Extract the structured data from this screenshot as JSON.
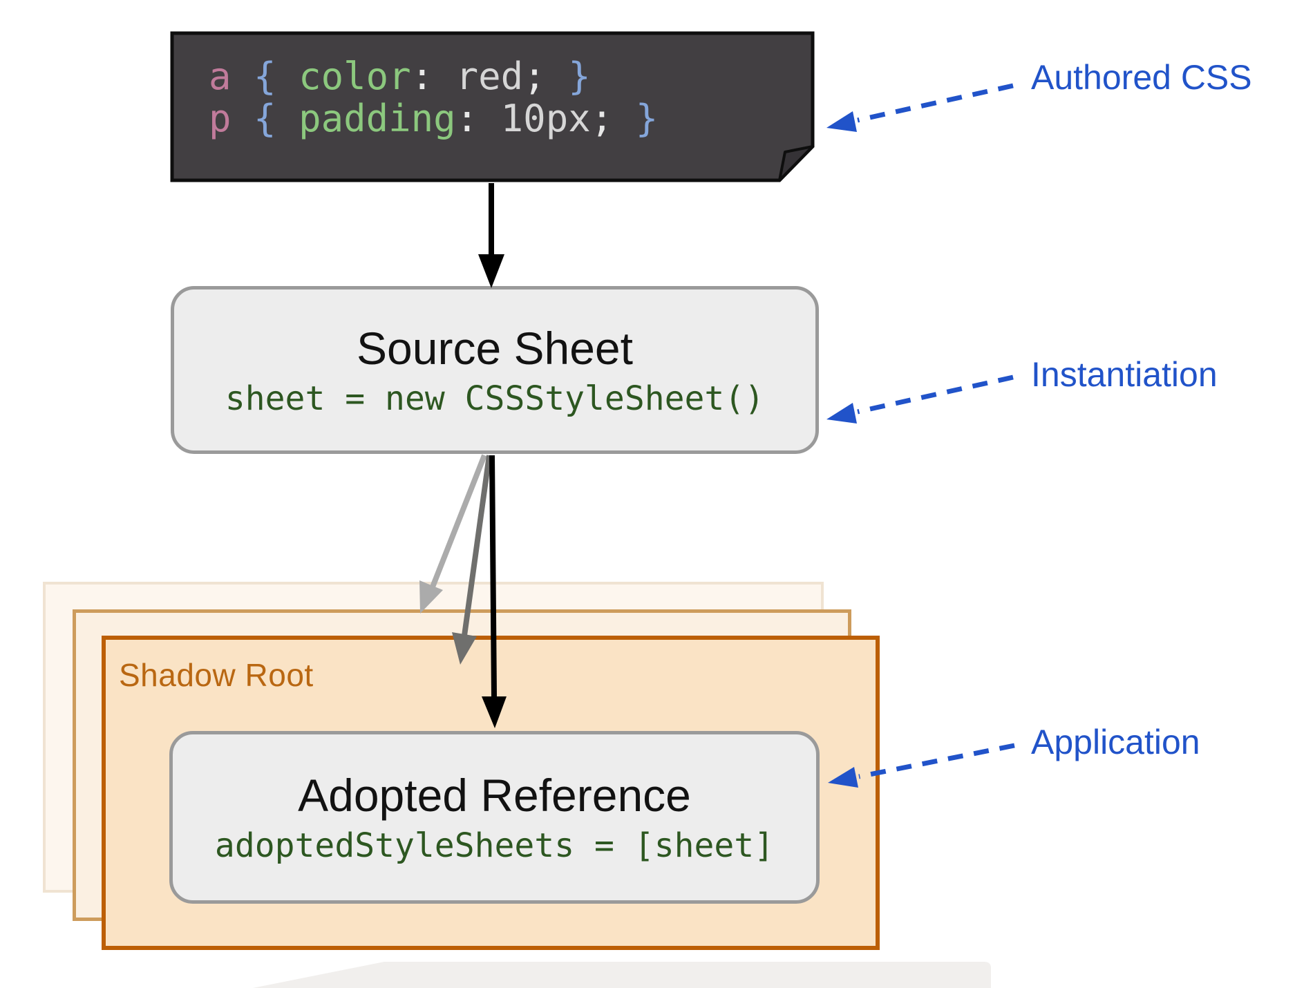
{
  "diagram": {
    "authored_block": {
      "lines": [
        [
          {
            "t": "a",
            "c": "selector"
          },
          {
            "t": " ",
            "c": "plain"
          },
          {
            "t": "{",
            "c": "brace"
          },
          {
            "t": " ",
            "c": "plain"
          },
          {
            "t": "color",
            "c": "property"
          },
          {
            "t": ":",
            "c": "punct"
          },
          {
            "t": " ",
            "c": "plain"
          },
          {
            "t": "red",
            "c": "value"
          },
          {
            "t": ";",
            "c": "punct"
          },
          {
            "t": " ",
            "c": "plain"
          },
          {
            "t": "}",
            "c": "brace"
          }
        ],
        [
          {
            "t": "p",
            "c": "selector"
          },
          {
            "t": " ",
            "c": "plain"
          },
          {
            "t": "{",
            "c": "brace"
          },
          {
            "t": " ",
            "c": "plain"
          },
          {
            "t": "padding",
            "c": "property"
          },
          {
            "t": ":",
            "c": "punct"
          },
          {
            "t": " ",
            "c": "plain"
          },
          {
            "t": "10px",
            "c": "value"
          },
          {
            "t": ";",
            "c": "punct"
          },
          {
            "t": " ",
            "c": "plain"
          },
          {
            "t": "}",
            "c": "brace"
          }
        ]
      ]
    },
    "source_sheet": {
      "title": "Source Sheet",
      "code": "sheet = new CSSStyleSheet()"
    },
    "shadow_root": {
      "label": "Shadow Root"
    },
    "adopted_reference": {
      "title": "Adopted Reference",
      "code": "adoptedStyleSheets = [sheet]"
    },
    "annotations": [
      {
        "label": "Authored CSS"
      },
      {
        "label": "Instantiation"
      },
      {
        "label": "Application"
      }
    ],
    "colors": {
      "annotation_blue": "#2153c9",
      "code_block_bg": "#423f42",
      "code_green": "#2d5721",
      "shadow_root_orange": "#bc5f06",
      "shadow_root_fill": "#fae3c5",
      "box_fill": "#ededed",
      "box_border": "#9a9a9a",
      "token_selector_pink": "#c17b9b",
      "token_brace_blue": "#85a6da",
      "token_property_green": "#8cc87e",
      "token_value_gray": "#d6d6d6"
    }
  }
}
